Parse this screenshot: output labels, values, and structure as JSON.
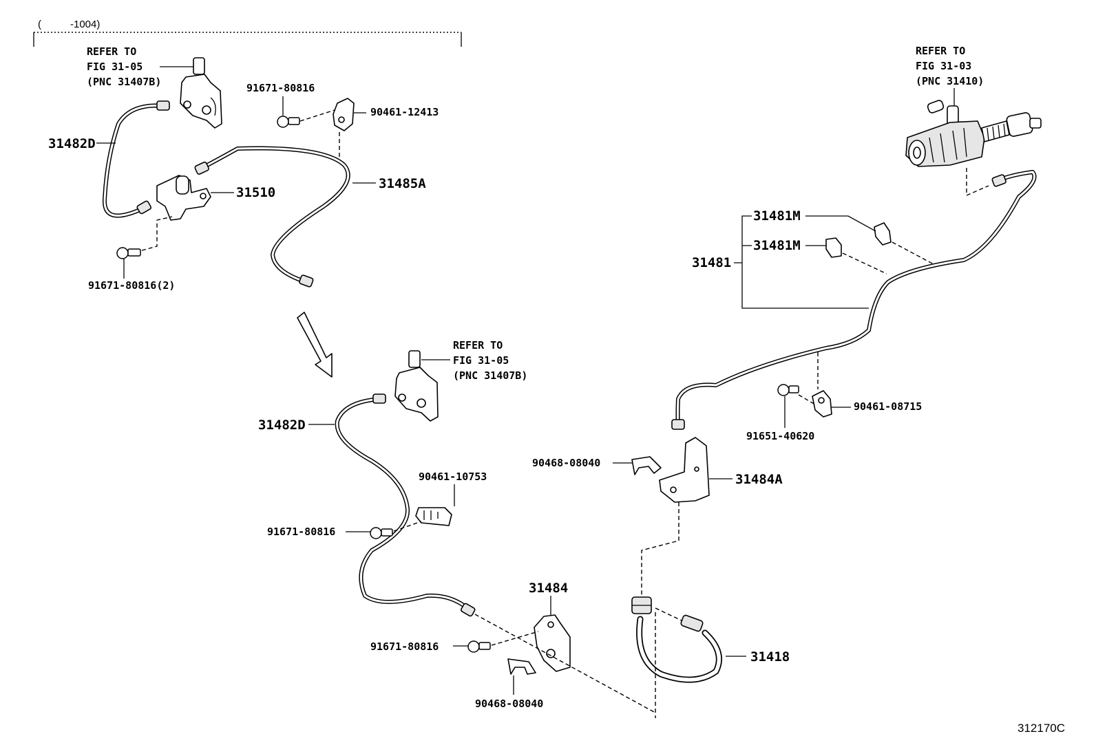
{
  "header": {
    "range_open": "(",
    "range_close": "-1004)"
  },
  "refer_top_left": [
    "REFER TO",
    "FIG 31-05",
    "(PNC 31407B)"
  ],
  "refer_mid": [
    "REFER TO",
    "FIG 31-05",
    "(PNC 31407B)"
  ],
  "refer_top_right": [
    "REFER TO",
    "FIG 31-03",
    "(PNC 31410)"
  ],
  "labels": {
    "p31482d_top": "31482D",
    "p31510": "31510",
    "p31485a": "31485A",
    "p91671_top": "91671-80816",
    "p90461_12413": "90461-12413",
    "p91671_2": "91671-80816(2)",
    "p31482d_mid": "31482D",
    "p90461_10753": "90461-10753",
    "p91671_mid": "91671-80816",
    "p31484": "31484",
    "p91671_bot": "91671-80816",
    "p90468_bot": "90468-08040",
    "p31481m_a": "31481M",
    "p31481m_b": "31481M",
    "p31481": "31481",
    "p90461_08715": "90461-08715",
    "p91651": "91651-40620",
    "p90468_right": "90468-08040",
    "p31484a": "31484A",
    "p31418": "31418"
  },
  "figure_number": "312170C",
  "icons": [
    "arrow-down-right-icon"
  ]
}
